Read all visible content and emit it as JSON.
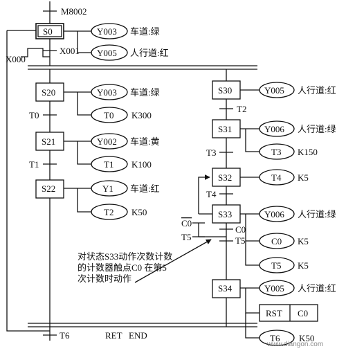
{
  "start": {
    "contact": "M8002"
  },
  "init": {
    "step": "S0",
    "out1": "Y003",
    "out1_label": "车道:绿",
    "out2": "Y005",
    "out2_label": "人行道:红",
    "trans_x001": "X001",
    "trans_x000": "X000"
  },
  "left": {
    "s20": "S20",
    "s20_out": "Y003",
    "s20_label": "车道:绿",
    "s20_timer": "T0",
    "s20_k": "K300",
    "t0": "T0",
    "s21": "S21",
    "s21_out": "Y002",
    "s21_label": "车道:黄",
    "s21_timer": "T1",
    "s21_k": "K100",
    "t1": "T1",
    "s22": "S22",
    "s22_out": "Y1",
    "s22_label": "车道:红",
    "s22_timer": "T2",
    "s22_k": "K50"
  },
  "right": {
    "s30": "S30",
    "s30_out": "Y005",
    "s30_label": "人行道:红",
    "t2": "T2",
    "s31": "S31",
    "s31_out": "Y006",
    "s31_label": "人行道:绿",
    "s31_timer": "T3",
    "s31_k": "K150",
    "t3": "T3",
    "s32": "S32",
    "s32_timer": "T4",
    "s32_k": "K5",
    "t4": "T4",
    "s33": "S33",
    "s33_out": "Y006",
    "s33_label": "人行道:绿",
    "s33_counter": "C0",
    "s33_ck": "K5",
    "s33_timer": "T5",
    "s33_tk": "K5",
    "loop_c0": "C0",
    "loop_t5": "T5",
    "exit_c0": "C0",
    "exit_t5": "T5",
    "s34": "S34",
    "s34_out": "Y005",
    "s34_label": "人行道:红",
    "rst": "RST",
    "rst_target": "C0",
    "s34_timer": "T6",
    "s34_k": "K50"
  },
  "annotation": {
    "line1": "对状态S33动作次数计数",
    "line2": "的计数器触点C0 在第5",
    "line3": "次计数时动作"
  },
  "bottom": {
    "t6": "T6",
    "ret": "RET",
    "end": "END"
  },
  "watermark": "www.diangon.com"
}
